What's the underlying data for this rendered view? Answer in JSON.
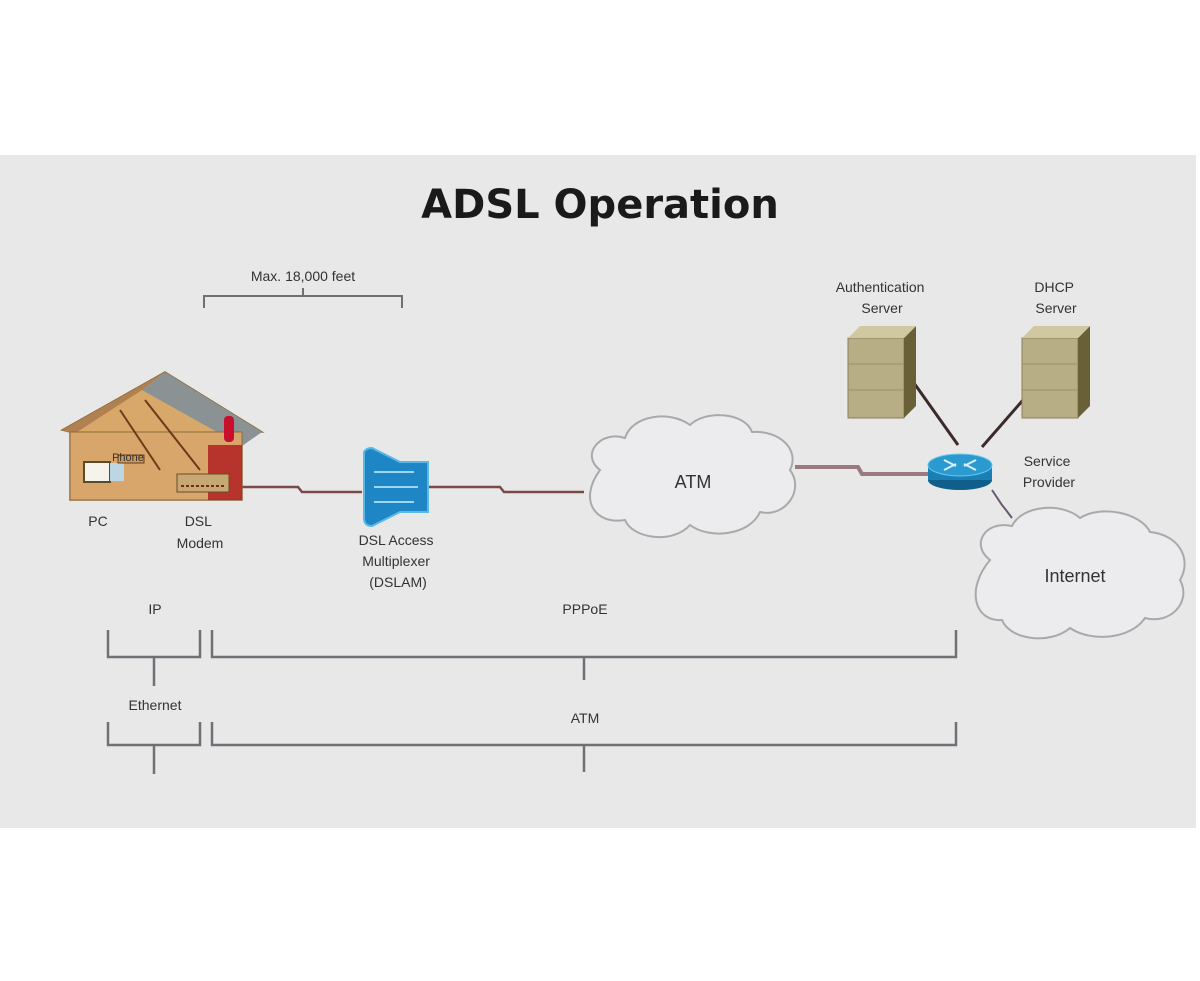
{
  "title": "ADSL Operation",
  "distance_note": "Max. 18,000 feet",
  "devices": {
    "pc": "PC",
    "phone": "Phone",
    "dsl_modem": [
      "DSL",
      "Modem"
    ],
    "dslam": [
      "DSL Access",
      "Multiplexer",
      "(DSLAM)"
    ],
    "atm_cloud": "ATM",
    "auth_server": [
      "Authentication",
      "Server"
    ],
    "dhcp_server": [
      "DHCP",
      "Server"
    ],
    "service_provider": [
      "Service",
      "Provider"
    ],
    "internet_cloud": "Internet"
  },
  "protocol_layers": {
    "upper": {
      "left": "IP",
      "right": "PPPoE"
    },
    "lower": {
      "left": "Ethernet",
      "right": "ATM"
    }
  },
  "colors": {
    "panel_bg": "#e9e8e9",
    "link_line": "#7a4a4a",
    "bracket": "#6e7074",
    "dslam_blue": "#1f86c6",
    "router_blue": "#1a7fb5",
    "server_tan": "#b8ae86",
    "house_wall": "#d7a86a",
    "house_roof": "#8a9294",
    "alert_red": "#c8102e"
  }
}
